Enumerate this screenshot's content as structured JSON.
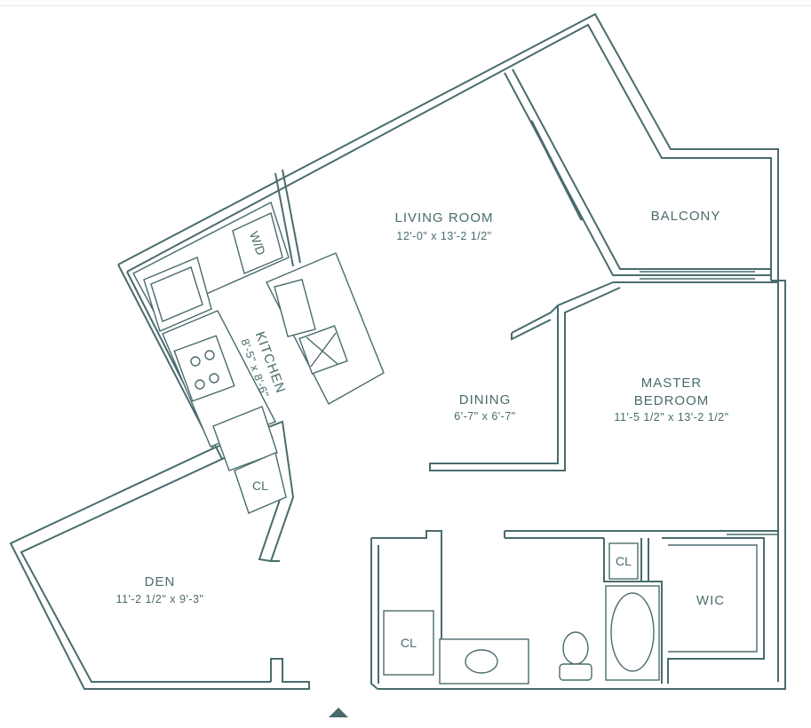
{
  "floorplan": {
    "rooms": {
      "living_room": {
        "name": "LIVING ROOM",
        "dims": "12'-0\" x 13'-2 1/2\""
      },
      "balcony": {
        "name": "BALCONY"
      },
      "kitchen": {
        "name": "KITCHEN",
        "dims": "8'-5\" x 8'-6\""
      },
      "dining": {
        "name": "DINING",
        "dims": "6'-7\" x 6'-7\""
      },
      "master_bedroom": {
        "name_line1": "MASTER",
        "name_line2": "BEDROOM",
        "dims": "11'-5 1/2\" x 13'-2 1/2\""
      },
      "den": {
        "name": "DEN",
        "dims": "11'-2 1/2\" x 9'-3\""
      },
      "wic": {
        "name": "WIC"
      }
    },
    "fixtures": {
      "washer_dryer": "W/D",
      "closet_kitchen": "CL",
      "closet_bath": "CL",
      "closet_master": "CL"
    },
    "colors": {
      "line": "#4a6b6d",
      "background": "#ffffff"
    },
    "icons": {
      "entry_marker": "triangle-up-icon"
    }
  }
}
